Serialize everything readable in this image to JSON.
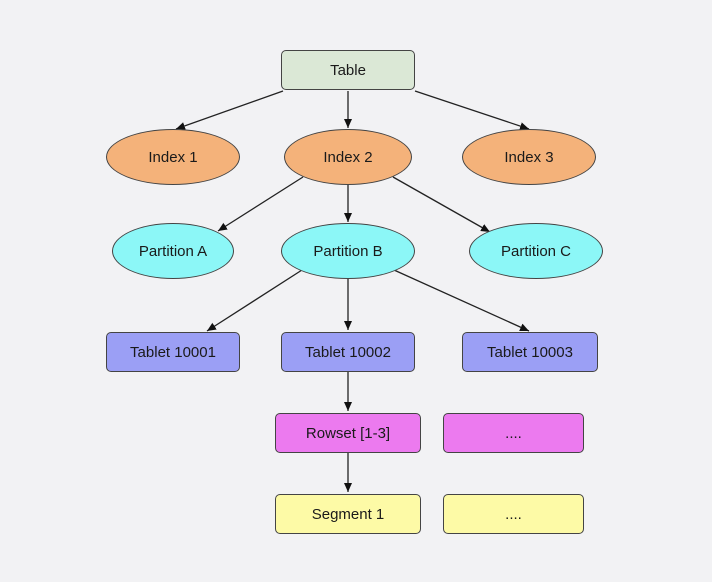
{
  "nodes": {
    "table": "Table",
    "index_1": "Index 1",
    "index_2": "Index 2",
    "index_3": "Index 3",
    "partition_a": "Partition A",
    "partition_b": "Partition B",
    "partition_c": "Partition C",
    "tablet_10001": "Tablet 10001",
    "tablet_10002": "Tablet 10002",
    "tablet_10003": "Tablet 10003",
    "rowset": "Rowset [1-3]",
    "rowset_more": "....",
    "segment": "Segment 1",
    "segment_more": "...."
  },
  "colors": {
    "table": "#dbe8d6",
    "index": "#f4b27a",
    "partition": "#8cf7f7",
    "tablet": "#9b9ff5",
    "rowset": "#ec7aef",
    "segment": "#fdfaa6"
  }
}
